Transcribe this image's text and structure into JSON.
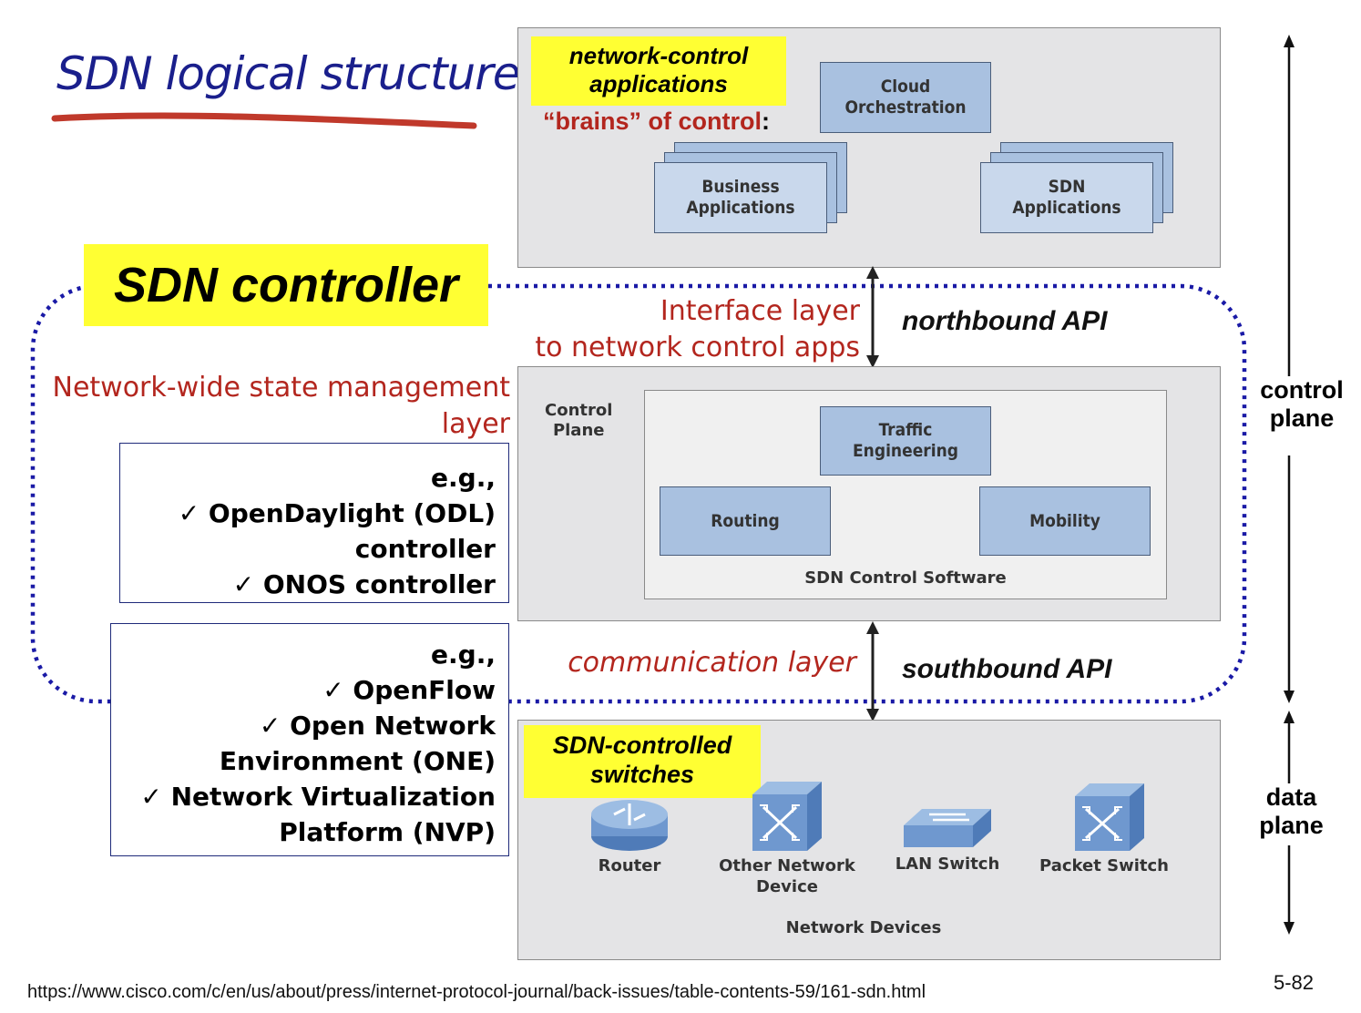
{
  "title": "SDN logical structure",
  "app_layer": {
    "highlight_line1": "network-control",
    "highlight_line2": "applications",
    "brains_label": "“brains” of control",
    "brains_colon": ":",
    "cloud_line1": "Cloud",
    "cloud_line2": "Orchestration",
    "business_line1": "Business",
    "business_line2": "Applications",
    "sdnapps_line1": "SDN",
    "sdnapps_line2": "Applications"
  },
  "controller": {
    "label": "SDN controller",
    "interface_line1": "Interface layer",
    "interface_line2": "to network control apps",
    "northbound": "northbound API",
    "state_line1": "Network-wide state management",
    "state_line2": "layer",
    "control_plane_line1": "Control",
    "control_plane_line2": "Plane",
    "traffic_line1": "Traffic",
    "traffic_line2": "Engineering",
    "routing": "Routing",
    "mobility": "Mobility",
    "software": "SDN Control Software",
    "communication": "communication layer",
    "southbound": "southbound API"
  },
  "examples_controller": {
    "eg": "e.g.,",
    "line1": "✓  OpenDaylight  (ODL)",
    "line2": "controller",
    "line3": "✓  ONOS controller"
  },
  "examples_southbound": {
    "eg": "e.g.,",
    "line1": "✓  OpenFlow",
    "line2": "✓  Open Network",
    "line3": "Environment (ONE)",
    "line4": "✓  Network Virtualization",
    "line5": "Platform (NVP)"
  },
  "data_layer": {
    "highlight_line1": "SDN-controlled",
    "highlight_line2": "switches",
    "router": "Router",
    "other_line1": "Other Network",
    "other_line2": "Device",
    "lan": "LAN Switch",
    "packet": "Packet Switch",
    "devices": "Network Devices"
  },
  "side_labels": {
    "control_line1": "control",
    "control_line2": "plane",
    "data_line1": "data",
    "data_line2": "plane"
  },
  "footer": {
    "url": "https://www.cisco.com/c/en/us/about/press/internet-protocol-journal/back-issues/table-contents-59/161-sdn.html",
    "page": "5-82"
  },
  "colors": {
    "dotted_border": "#1a1aa6",
    "accent_red": "#b3261e",
    "highlight": "#ffff33",
    "node_blue": "#a9c1e0",
    "panel_gray": "#e4e4e6"
  }
}
